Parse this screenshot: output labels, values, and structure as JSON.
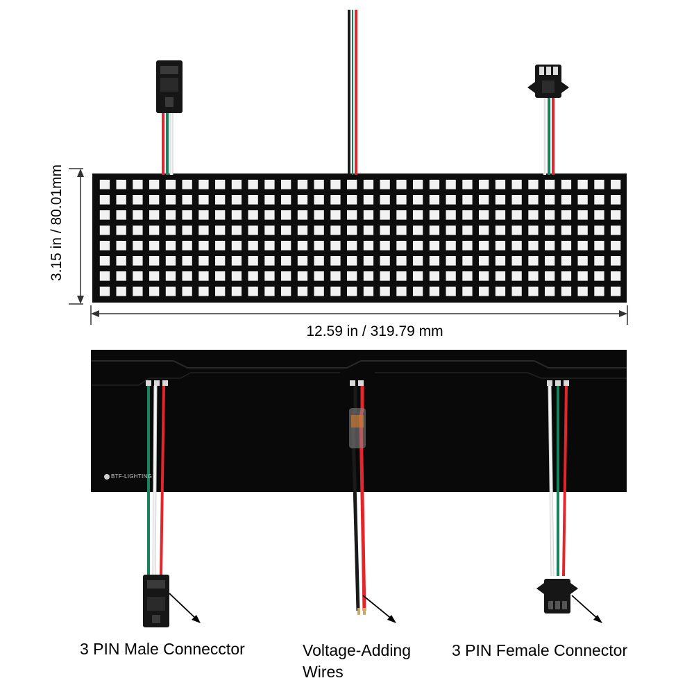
{
  "dimensions": {
    "width_label": "12.59 in / 319.79 mm",
    "height_label": "3.15 in / 80.01mm"
  },
  "matrix": {
    "columns": 32,
    "rows": 8
  },
  "brand_text": "BTF-LIGHTING",
  "labels": {
    "male_connector": "3 PIN Male Connecctor",
    "voltage_wires_line1": "Voltage-Adding",
    "voltage_wires_line2": "Wires",
    "female_connector": "3 PIN Female Connector"
  },
  "colors": {
    "panel": "#0d0d0d",
    "led": "#f2f2f2",
    "wire_red": "#e3262c",
    "wire_green": "#16845c",
    "wire_white": "#f4f4f4",
    "wire_black": "#1a1a1a",
    "connector": "#161616"
  }
}
